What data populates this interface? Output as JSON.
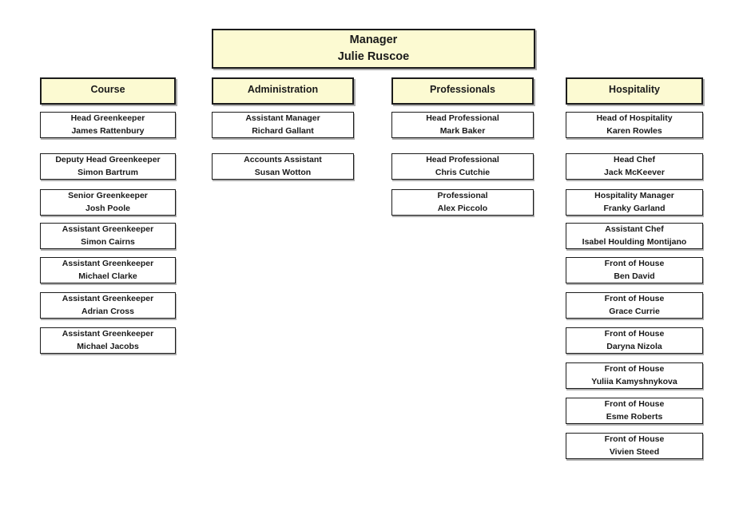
{
  "manager": {
    "role": "Manager",
    "name": "Julie Ruscoe"
  },
  "columns": [
    {
      "title": "Course",
      "boxes": [
        {
          "role": "Head Greenkeeper",
          "name": "James Rattenbury"
        },
        {
          "role": "Deputy Head Greenkeeper",
          "name": "Simon Bartrum"
        },
        {
          "role": "Senior Greenkeeper",
          "name": "Josh Poole"
        },
        {
          "role": "Assistant Greenkeeper",
          "name": "Simon Cairns"
        },
        {
          "role": "Assistant Greenkeeper",
          "name": "Michael Clarke"
        },
        {
          "role": "Assistant Greenkeeper",
          "name": "Adrian Cross"
        },
        {
          "role": "Assistant Greenkeeper",
          "name": "Michael Jacobs"
        }
      ]
    },
    {
      "title": "Administration",
      "boxes": [
        {
          "role": "Assistant Manager",
          "name": "Richard Gallant"
        },
        {
          "role": "Accounts Assistant",
          "name": "Susan Wotton"
        }
      ]
    },
    {
      "title": "Professionals",
      "boxes": [
        {
          "role": "Head Professional",
          "name": "Mark Baker"
        },
        {
          "role": "Head Professional",
          "name": "Chris Cutchie"
        },
        {
          "role": "Professional",
          "name": "Alex Piccolo"
        }
      ]
    },
    {
      "title": "Hospitality",
      "boxes": [
        {
          "role": "Head of Hospitality",
          "name": "Karen Rowles"
        },
        {
          "role": "Head Chef",
          "name": "Jack McKeever"
        },
        {
          "role": "Hospitality Manager",
          "name": "Franky Garland"
        },
        {
          "role": "Assistant Chef",
          "name": "Isabel Houlding Montijano"
        },
        {
          "role": "Front of House",
          "name": "Ben David"
        },
        {
          "role": "Front of House",
          "name": "Grace Currie"
        },
        {
          "role": "Front of House",
          "name": "Daryna Nizola"
        },
        {
          "role": "Front of House",
          "name": "Yuliia Kamyshnykova"
        },
        {
          "role": "Front of House",
          "name": "Esme Roberts"
        },
        {
          "role": "Front of House",
          "name": "Vivien Steed"
        }
      ]
    }
  ],
  "colors": {
    "header_fill": "#FCFAD2",
    "box_border": "#1c1c1c",
    "text": "#1a1a1a",
    "shadow": "rgba(0,0,0,0.32)"
  }
}
